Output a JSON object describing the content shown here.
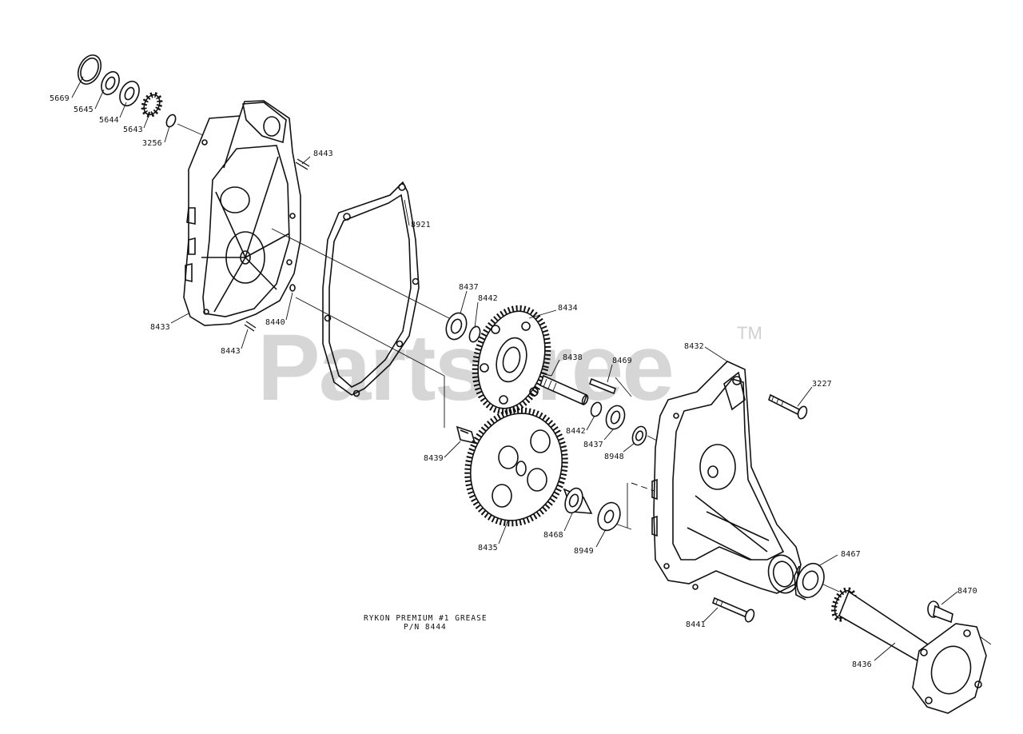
{
  "watermark": {
    "text": "PartsTree",
    "trademark": "TM"
  },
  "note": {
    "line1": "RYKON PREMIUM #1 GREASE",
    "line2": "P/N 8444"
  },
  "labels": {
    "p5669": "5669",
    "p5645": "5645",
    "p5644": "5644",
    "p5643": "5643",
    "p3256": "3256",
    "p8443a": "8443",
    "p8921": "8921",
    "p8433": "8433",
    "p8440": "8440",
    "p8443b": "8443",
    "p8437a": "8437",
    "p8442a": "8442",
    "p8434": "8434",
    "p8438": "8438",
    "p8469": "8469",
    "p8432": "8432",
    "p3227": "3227",
    "p8442b": "8442",
    "p8437b": "8437",
    "p8948": "8948",
    "p8439": "8439",
    "p8435": "8435",
    "p8468": "8468",
    "p8949": "8949",
    "p8467": "8467",
    "p8470": "8470",
    "p8441": "8441",
    "p8436": "8436"
  }
}
